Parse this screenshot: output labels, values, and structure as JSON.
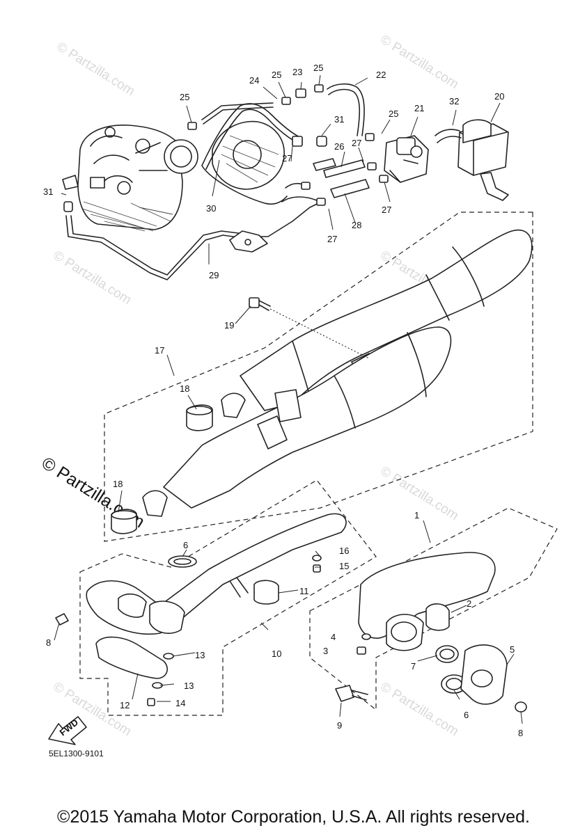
{
  "watermark": "© Partzilla.com",
  "diagram_code": "5EL1300-9101",
  "direction_label": "FWD",
  "copyright": "©2015 Yamaha Motor Corporation, U.S.A. All rights reserved.",
  "callouts": {
    "c1": "1",
    "c2": "2",
    "c3": "3",
    "c4": "4",
    "c5": "5",
    "c6a": "6",
    "c6b": "6",
    "c7": "7",
    "c8a": "8",
    "c8b": "8",
    "c9": "9",
    "c10": "10",
    "c11": "11",
    "c12": "12",
    "c13a": "13",
    "c13b": "13",
    "c14": "14",
    "c15": "15",
    "c16": "16",
    "c17": "17",
    "c18a": "18",
    "c18b": "18",
    "c19": "19",
    "c20": "20",
    "c21": "21",
    "c22": "22",
    "c23": "23",
    "c24": "24",
    "c25a": "25",
    "c25b": "25",
    "c25c": "25",
    "c25d": "25",
    "c26": "26",
    "c27a": "27",
    "c27b": "27",
    "c27c": "27",
    "c27d": "27",
    "c28": "28",
    "c29": "29",
    "c30": "30",
    "c31a": "31",
    "c31b": "31",
    "c32": "32"
  }
}
